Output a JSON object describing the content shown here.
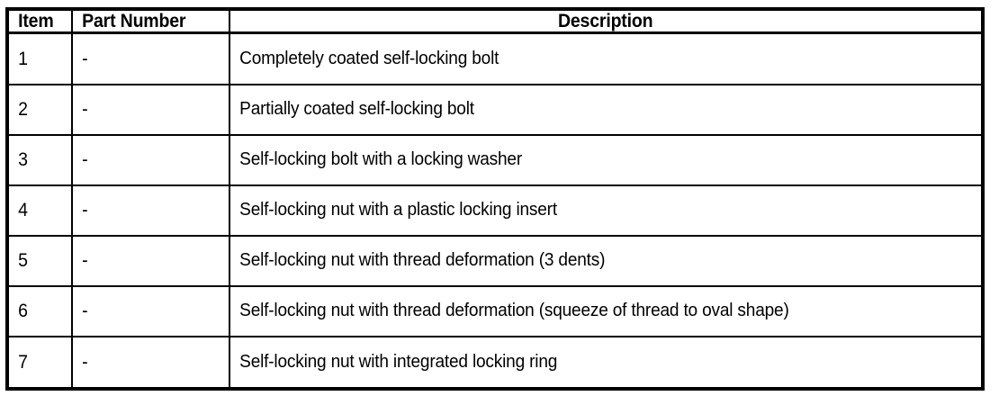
{
  "table": {
    "columns": [
      {
        "key": "item",
        "label": "Item"
      },
      {
        "key": "part_number",
        "label": "Part Number"
      },
      {
        "key": "description",
        "label": "Description"
      }
    ],
    "rows": [
      {
        "item": "1",
        "part_number": "-",
        "description": "Completely coated self-locking bolt"
      },
      {
        "item": "2",
        "part_number": "-",
        "description": "Partially coated self-locking bolt"
      },
      {
        "item": "3",
        "part_number": "-",
        "description": "Self-locking bolt with a locking washer"
      },
      {
        "item": "4",
        "part_number": "-",
        "description": "Self-locking nut with a plastic locking insert"
      },
      {
        "item": "5",
        "part_number": "-",
        "description": "Self-locking nut with thread deformation (3 dents)"
      },
      {
        "item": "6",
        "part_number": "-",
        "description": "Self-locking nut with thread deformation (squeeze of thread to oval shape)"
      },
      {
        "item": "7",
        "part_number": "-",
        "description": "Self-locking nut with integrated locking ring"
      }
    ]
  },
  "colors": {
    "border": "#000000",
    "text": "#000000",
    "background": "#ffffff"
  }
}
